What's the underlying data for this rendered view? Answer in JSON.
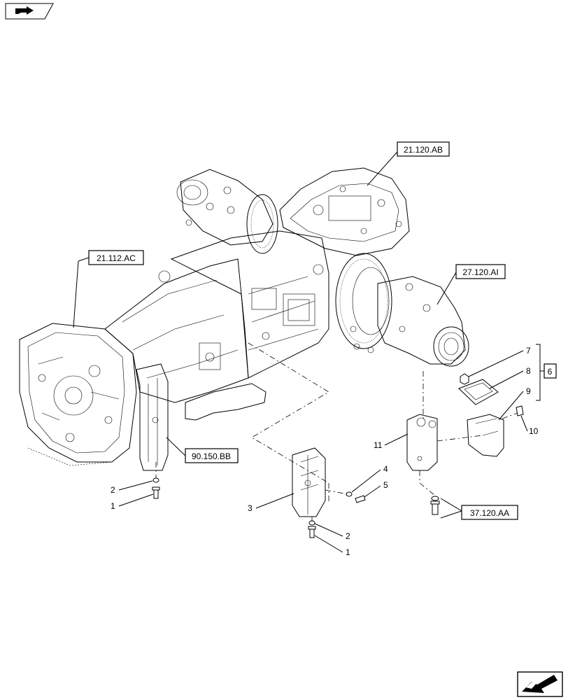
{
  "nav": {
    "top_left_icon": "book-arrow-icon",
    "bottom_right_icon": "next-arrow-icon"
  },
  "references": {
    "ref_21_120_ab": "21.120.AB",
    "ref_21_112_ac": "21.112.AC",
    "ref_27_120_ai": "27.120.AI",
    "ref_90_150_bb": "90.150.BB",
    "ref_37_120_aa": "37.120.AA"
  },
  "callouts": {
    "c1_left": "1",
    "c2_left": "2",
    "c3": "3",
    "c4": "4",
    "c5": "5",
    "c2_center": "2",
    "c1_center": "1",
    "c6": "6",
    "c7": "7",
    "c8": "8",
    "c9": "9",
    "c10": "10",
    "c11": "11"
  }
}
